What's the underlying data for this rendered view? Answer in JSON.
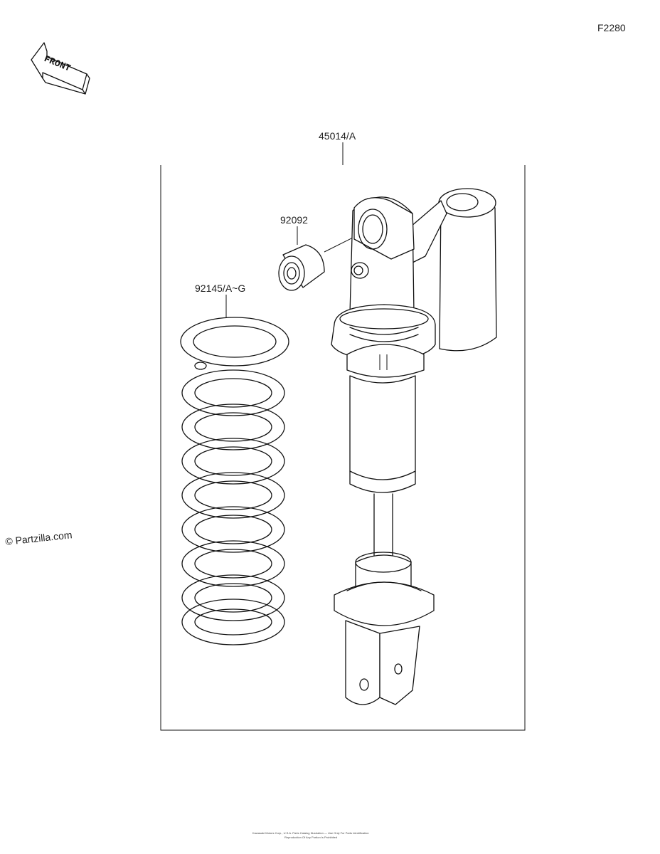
{
  "figure_code": "F2280",
  "front_label": "FRONT",
  "watermark": "© Partzilla.com",
  "parts": [
    {
      "number": "45014/A"
    },
    {
      "number": "92092"
    },
    {
      "number": "92145/A~G"
    }
  ],
  "footer": {
    "line1": "Kawasaki Motors Corp., U.S.A. Parts Catalog Illustration — Use Only For Parts Identification",
    "line2": "Reproduction Of Any Portion Is Prohibited"
  }
}
